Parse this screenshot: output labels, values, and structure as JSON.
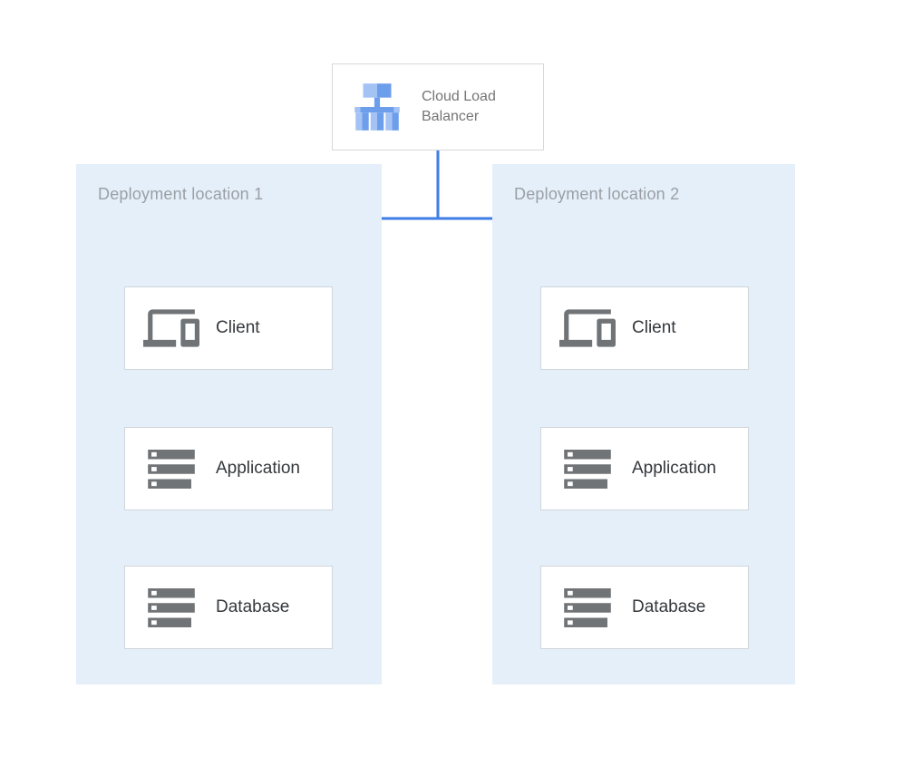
{
  "diagram": {
    "load_balancer": {
      "label": "Cloud Load Balancer",
      "icon": "load-balancer-icon"
    },
    "regions": [
      {
        "label": "Deployment location 1",
        "nodes": [
          {
            "label": "Client",
            "icon": "devices-icon"
          },
          {
            "label": "Application",
            "icon": "server-stack-icon"
          },
          {
            "label": "Database",
            "icon": "server-stack-icon"
          }
        ]
      },
      {
        "label": "Deployment location 2",
        "nodes": [
          {
            "label": "Client",
            "icon": "devices-icon"
          },
          {
            "label": "Application",
            "icon": "server-stack-icon"
          },
          {
            "label": "Database",
            "icon": "server-stack-icon"
          }
        ]
      }
    ]
  },
  "colors": {
    "page_bg": "#FFFFFF",
    "region_bg": "#E4EFFA",
    "node_bg": "#FFFFFF",
    "node_border": "#D2D6DA",
    "arrow": "#3D7DE5",
    "node_label": "#34383C",
    "lb_label": "#757575",
    "region_label": "#9B9FA4",
    "icon_gray": "#717477",
    "icon_blue_light": "#A4C2F4",
    "icon_blue_medium": "#6D9EEB"
  }
}
